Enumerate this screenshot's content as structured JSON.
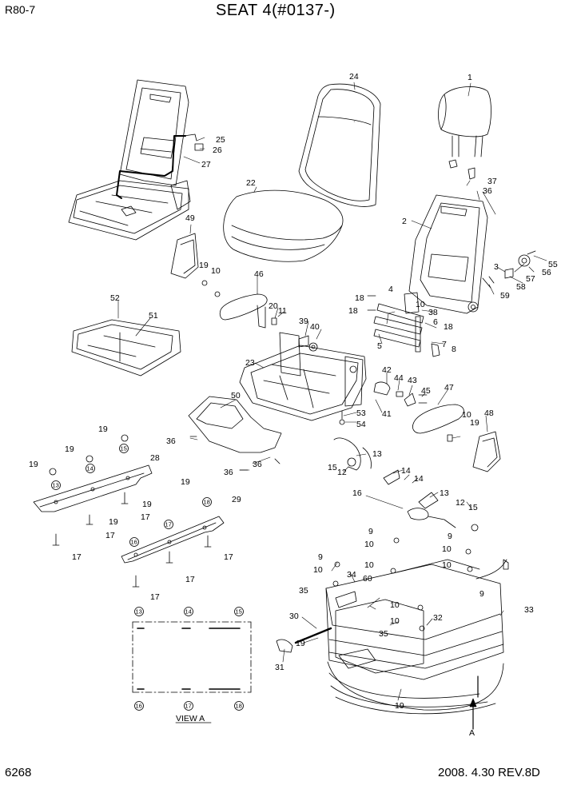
{
  "header": {
    "model": "R80-7",
    "title": "SEAT 4(#0137-)"
  },
  "footer": {
    "page_number": "6268",
    "revision": "2008. 4.30  REV.8D"
  },
  "view": {
    "label": "VIEW  A",
    "arrow_label": "A",
    "circled": {
      "c13": "13",
      "c14": "14",
      "c15": "15",
      "c16": "16",
      "c17": "17",
      "c18": "18"
    }
  },
  "callouts": {
    "p1": "1",
    "p2": "2",
    "p3": "3",
    "p4": "4",
    "p5": "5",
    "p6": "6",
    "p7": "7",
    "p8": "8",
    "p9a": "9",
    "p9b": "9",
    "p9c": "9",
    "p9d": "9",
    "p10a": "10",
    "p10b": "10",
    "p10c": "10",
    "p10d": "10",
    "p10e": "10",
    "p10f": "10",
    "p10g": "10",
    "p10h": "10",
    "p10i": "10",
    "p10j": "10",
    "p11": "11",
    "p12a": "12",
    "p12b": "12",
    "p13a": "13",
    "p13b": "13",
    "p14a": "14",
    "p14b": "14",
    "p15a": "15",
    "p15b": "15",
    "p16": "16",
    "p17a": "17",
    "p17b": "17",
    "p17c": "17",
    "p17d": "17",
    "p17e": "17",
    "p17f": "17",
    "p17g": "17",
    "p18a": "18",
    "p18b": "18",
    "p18c": "18",
    "p19a": "19",
    "p19b": "19",
    "p19c": "19",
    "p19d": "19",
    "p19e": "19",
    "p19f": "19",
    "p19g": "19",
    "p19h": "19",
    "p19i": "19",
    "p19j": "19",
    "p19k": "19",
    "p20": "20",
    "p22": "22",
    "p23": "23",
    "p24": "24",
    "p25": "25",
    "p26": "26",
    "p27": "27",
    "p28": "28",
    "p29": "29",
    "p30": "30",
    "p31": "31",
    "p32": "32",
    "p33": "33",
    "p34": "34",
    "p35a": "35",
    "p35b": "35",
    "p36a": "36",
    "p36b": "36",
    "p36c": "36",
    "p36d": "36",
    "p37": "37",
    "p38": "38",
    "p39": "39",
    "p40": "40",
    "p41": "41",
    "p42": "42",
    "p43": "43",
    "p44": "44",
    "p45": "45",
    "p46": "46",
    "p47": "47",
    "p48": "48",
    "p49": "49",
    "p50": "50",
    "p51": "51",
    "p52": "52",
    "p53": "53",
    "p54": "54",
    "p55": "55",
    "p56": "56",
    "p57": "57",
    "p58": "58",
    "p59": "59",
    "p60": "60"
  }
}
